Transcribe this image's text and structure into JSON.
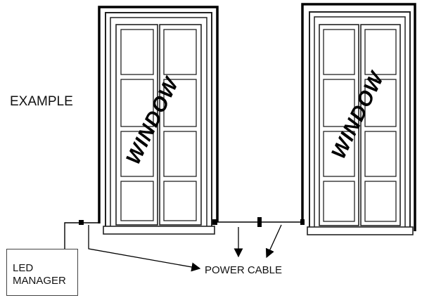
{
  "labels": {
    "example": "EXAMPLE",
    "led_manager_line1": "LED",
    "led_manager_line2": "MANAGER",
    "power_cable": "POWER CABLE",
    "window_left": "WINDOW",
    "window_right": "WINDOW"
  },
  "windows": [
    {
      "id": "left-window",
      "word_key": "window_left"
    },
    {
      "id": "right-window",
      "word_key": "window_right"
    }
  ],
  "colors": {
    "line": "#000000",
    "frame": "#333333",
    "background": "#ffffff"
  }
}
